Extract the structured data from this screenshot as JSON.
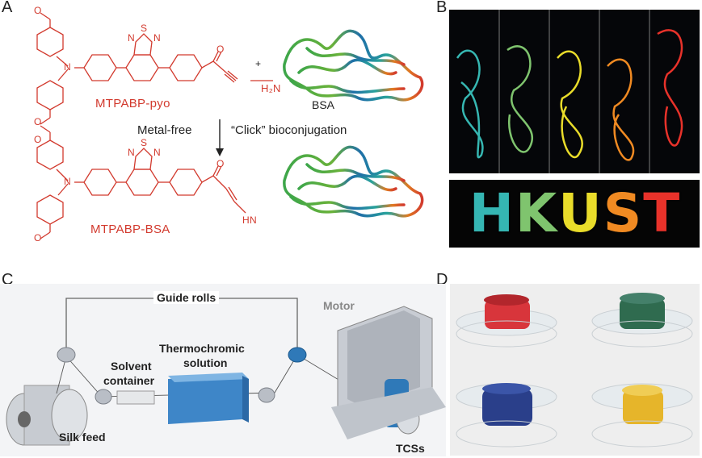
{
  "panels": {
    "a": "A",
    "b": "B",
    "c": "C",
    "d": "D"
  },
  "panel_a": {
    "compound_top": "MTPABP-pyo",
    "compound_bottom": "MTPABP-BSA",
    "protein_label": "BSA",
    "plus_sign": "+",
    "amine_group": "H₂N",
    "amine_link": "HN",
    "reaction_left": "Metal-free",
    "reaction_right": "“Click” bioconjugation",
    "atom_s": "S",
    "atom_n": "N",
    "atom_o": "O",
    "methoxy": "O"
  },
  "panel_b": {
    "letters": [
      "H",
      "K",
      "U",
      "S",
      "T"
    ],
    "letter_colors": [
      "#35b6b3",
      "#7fc46e",
      "#e9dc2a",
      "#f08a22",
      "#e8322a"
    ]
  },
  "panel_c": {
    "guide_rolls": "Guide rolls",
    "motor": "Motor",
    "thermochromic_solution_1": "Thermochromic",
    "thermochromic_solution_2": "solution",
    "solvent_container_1": "Solvent",
    "solvent_container_2": "container",
    "silk_feed": "Silk feed",
    "tcss": "TCSs"
  },
  "panel_d": {
    "spool_colors": [
      "#d8353b",
      "#2f6b4f",
      "#2a3f8a",
      "#e6b52a"
    ]
  },
  "colors": {
    "chem_red": "#d23a2e",
    "solution_blue": "#3e86c8",
    "motor_blue": "#2f79b8"
  }
}
